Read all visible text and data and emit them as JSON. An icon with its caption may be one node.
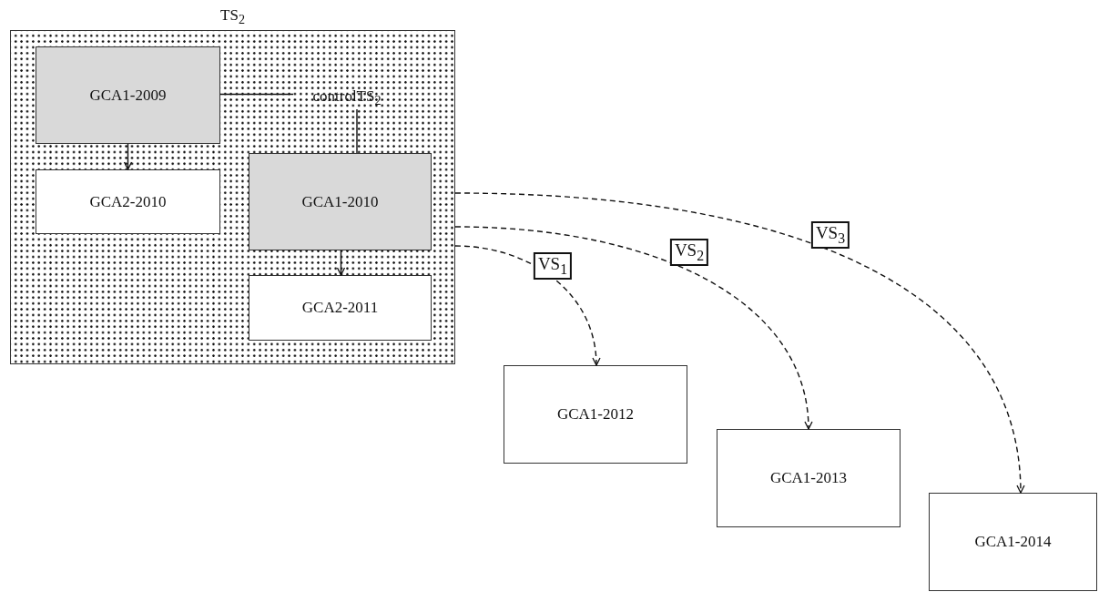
{
  "diagram": {
    "nodes": [
      {
        "text": [
          "TS$_{2}$"
        ]
      },
      {
        "text": [
          "GCA1-2009"
        ],
        "in": 0
      },
      {
        "text": [
          "controlTS$_{2}$"
        ],
        "in": 0
      },
      {
        "text": [
          "GCA2-2010"
        ],
        "in": 0
      },
      {
        "text": [
          "GCA1-2010"
        ],
        "in": 0
      },
      {
        "text": [
          "GCA2-2011"
        ],
        "in": 0
      },
      {
        "text": [
          "GCA1-2012"
        ]
      },
      {
        "text": [
          "GCA1-2013"
        ]
      },
      {
        "text": [
          "GCA1-2014"
        ]
      }
    ],
    "edges": [
      {
        "from": 1,
        "to": 3,
        "arrow": "to"
      },
      {
        "from": 1,
        "to": 2,
        "arrow": "none"
      },
      {
        "from": 2,
        "to": 4,
        "arrow": "none"
      },
      {
        "from": 4,
        "to": 5,
        "arrow": "to"
      },
      {
        "from": 0,
        "to": 6,
        "arrow": "to",
        "label": "VS$_{1}$",
        "style": "dashed"
      },
      {
        "from": 0,
        "to": 7,
        "arrow": "to",
        "label": "VS$_{2}$",
        "style": "dashed"
      },
      {
        "from": 0,
        "to": 8,
        "arrow": "to",
        "label": "VS$_{3}$",
        "style": "dashed"
      }
    ]
  }
}
